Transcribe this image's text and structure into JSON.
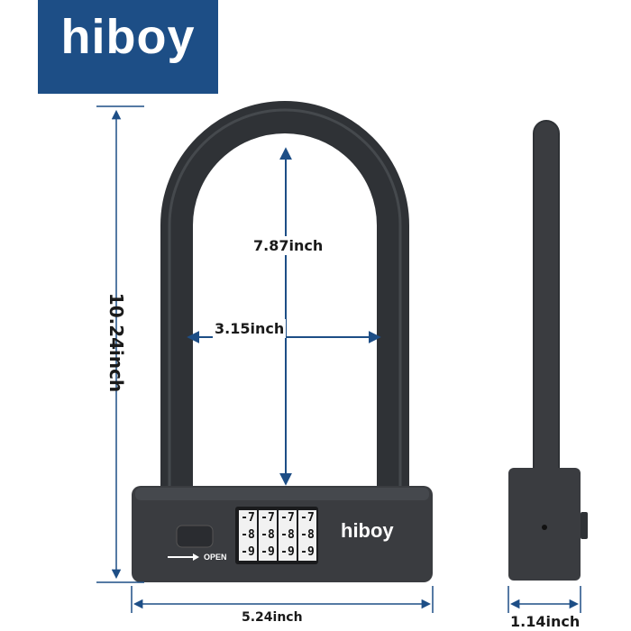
{
  "brand": {
    "logo_text": "hiboy",
    "lock_brand_text": "hiboy",
    "badge_color": "#1d4e86",
    "accent_color": "#1d4e86"
  },
  "dimensions": {
    "total_height": "10.24inch",
    "inner_height": "7.87inch",
    "inner_width": "3.15inch",
    "body_width": "5.24inch",
    "side_depth": "1.14inch"
  },
  "lock": {
    "open_label": "OPEN",
    "dial_columns": [
      [
        "-7",
        "-8",
        "-9"
      ],
      [
        "-7",
        "-8",
        "-9"
      ],
      [
        "-7",
        "-8",
        "-9"
      ],
      [
        "-7",
        "-8",
        "-9"
      ]
    ],
    "color": "#3a3c40"
  }
}
